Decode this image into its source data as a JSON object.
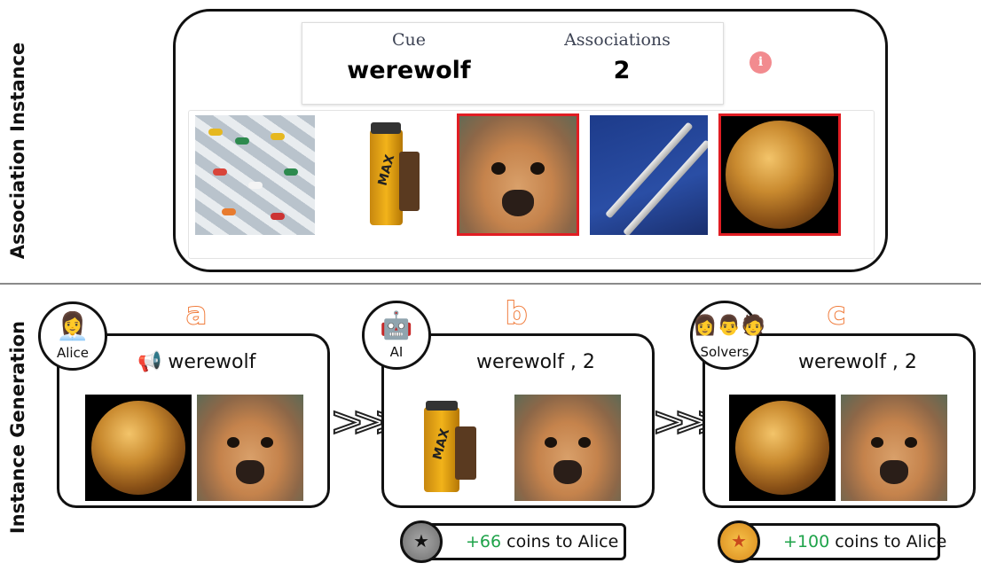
{
  "sections": {
    "top_label": "Association Instance",
    "bottom_label": "Instance Generation"
  },
  "card": {
    "cue_header": "Cue",
    "cue_value": "werewolf",
    "assoc_header": "Associations",
    "assoc_value": "2",
    "info_glyph": "i"
  },
  "images": [
    {
      "name": "pills",
      "selected": false
    },
    {
      "name": "film-canister",
      "selected": false,
      "label": "MAX"
    },
    {
      "name": "puppy",
      "selected": true
    },
    {
      "name": "syringes",
      "selected": false
    },
    {
      "name": "venus-planet",
      "selected": true
    }
  ],
  "panels": [
    {
      "letter": "a",
      "avatar_emoji": "👩‍💼",
      "avatar_name": "Alice",
      "icon": "megaphone-icon",
      "text": "werewolf"
    },
    {
      "letter": "b",
      "avatar_emoji": "🤖",
      "avatar_name": "AI",
      "text": "werewolf , 2"
    },
    {
      "letter": "c",
      "avatar_emoji": "👩‍👨‍🧑",
      "avatar_name": "Solvers",
      "text": "werewolf , 2"
    }
  ],
  "rewards": [
    {
      "amount": "+66",
      "text": " coins to Alice",
      "coin": "silver"
    },
    {
      "amount": "+100",
      "text": " coins to Alice",
      "coin": "gold"
    }
  ],
  "colors": {
    "accent_letter": "#f07c3c",
    "selected_border": "#e11d23",
    "info": "#f28b8f",
    "reward_green": "#1fa34a"
  }
}
